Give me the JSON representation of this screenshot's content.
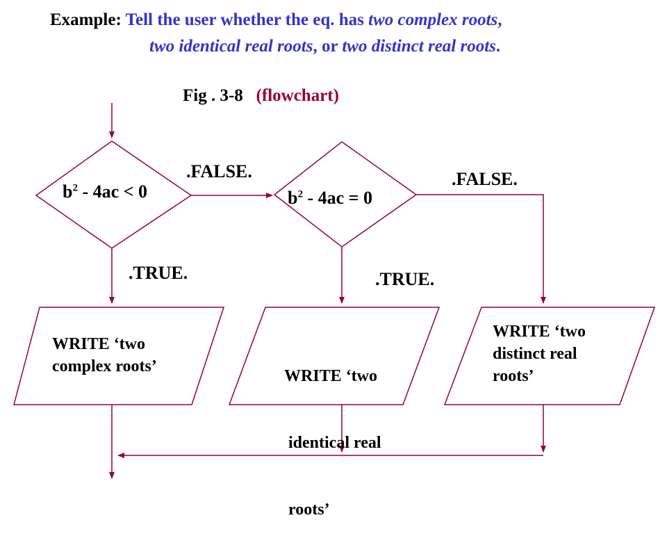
{
  "header": {
    "example_label": "Example:",
    "line1_a": "Tell the user whether the eq. has ",
    "line1_b": "two complex roots",
    "line1_c": ",",
    "line2_a": "two identical real roots",
    "line2_b": ", or ",
    "line2_c": "two distinct real  roots",
    "line2_d": "."
  },
  "figure": {
    "number": "Fig . 3-8",
    "caption": "(flowchart)"
  },
  "decision1": {
    "base": "b",
    "exp": "2",
    "rest": " - 4ac < 0"
  },
  "decision2": {
    "base": "b",
    "exp": "2",
    "rest": " - 4ac = 0"
  },
  "labels": {
    "false1": ".FALSE.",
    "false2": ".FALSE.",
    "true1": ".TRUE.",
    "true2": ".TRUE."
  },
  "outputs": {
    "out1": [
      "WRITE ‘two",
      "complex roots’"
    ],
    "out2": [
      "WRITE ‘two",
      " identical real",
      " roots’"
    ],
    "out3": [
      "WRITE ‘two",
      "distinct real",
      "roots’"
    ]
  },
  "colors": {
    "line": "#990033",
    "header_text": "#3333cc",
    "caption_text": "#990033"
  }
}
